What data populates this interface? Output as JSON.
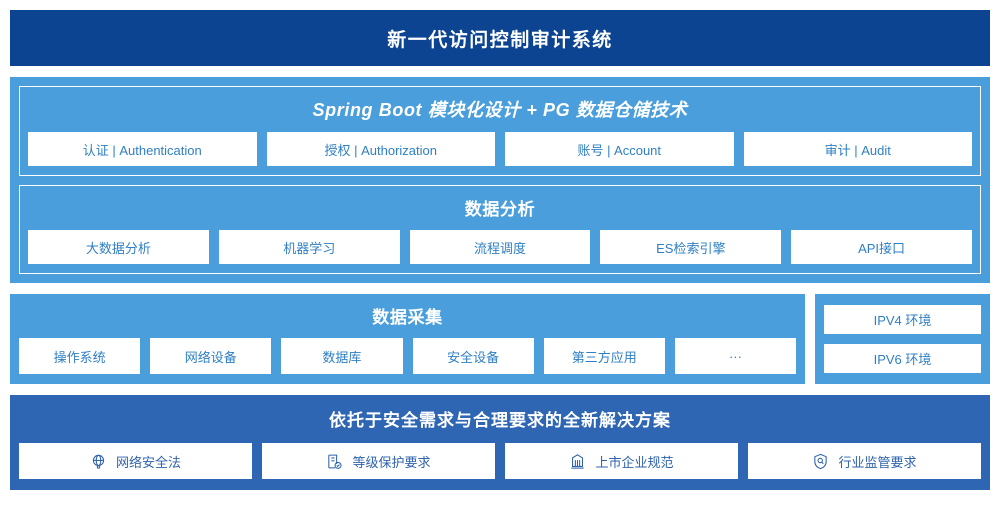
{
  "header": {
    "title": "新一代访问控制审计系统"
  },
  "colors": {
    "header_bg": "#0d4491",
    "panel_light_bg": "#4a9edb",
    "solution_bg": "#2e66b4",
    "tile_bg": "#ffffff",
    "tile_text": "#2f7fc4",
    "solution_tile_text": "#2f63ad"
  },
  "architecture": {
    "groups": [
      {
        "title": "Spring Boot 模块化设计 + PG 数据仓储技术",
        "italic": true,
        "tiles": [
          "认证 | Authentication",
          "授权 | Authorization",
          "账号 | Account",
          "审计 | Audit"
        ]
      },
      {
        "title": "数据分析",
        "italic": false,
        "tiles": [
          "大数据分析",
          "机器学习",
          "流程调度",
          "ES检索引擎",
          "API接口"
        ]
      }
    ]
  },
  "collection": {
    "title": "数据采集",
    "tiles": [
      "操作系统",
      "网络设备",
      "数据库",
      "安全设备",
      "第三方应用",
      "···"
    ],
    "environments": [
      "IPV4 环境",
      "IPV6 环境"
    ]
  },
  "solution": {
    "title": "依托于安全需求与合理要求的全新解决方案",
    "items": [
      {
        "label": "网络安全法",
        "icon": "globe-network-icon"
      },
      {
        "label": "等级保护要求",
        "icon": "document-check-icon"
      },
      {
        "label": "上市企业规范",
        "icon": "bank-building-icon"
      },
      {
        "label": "行业监管要求",
        "icon": "shield-search-icon"
      }
    ]
  }
}
